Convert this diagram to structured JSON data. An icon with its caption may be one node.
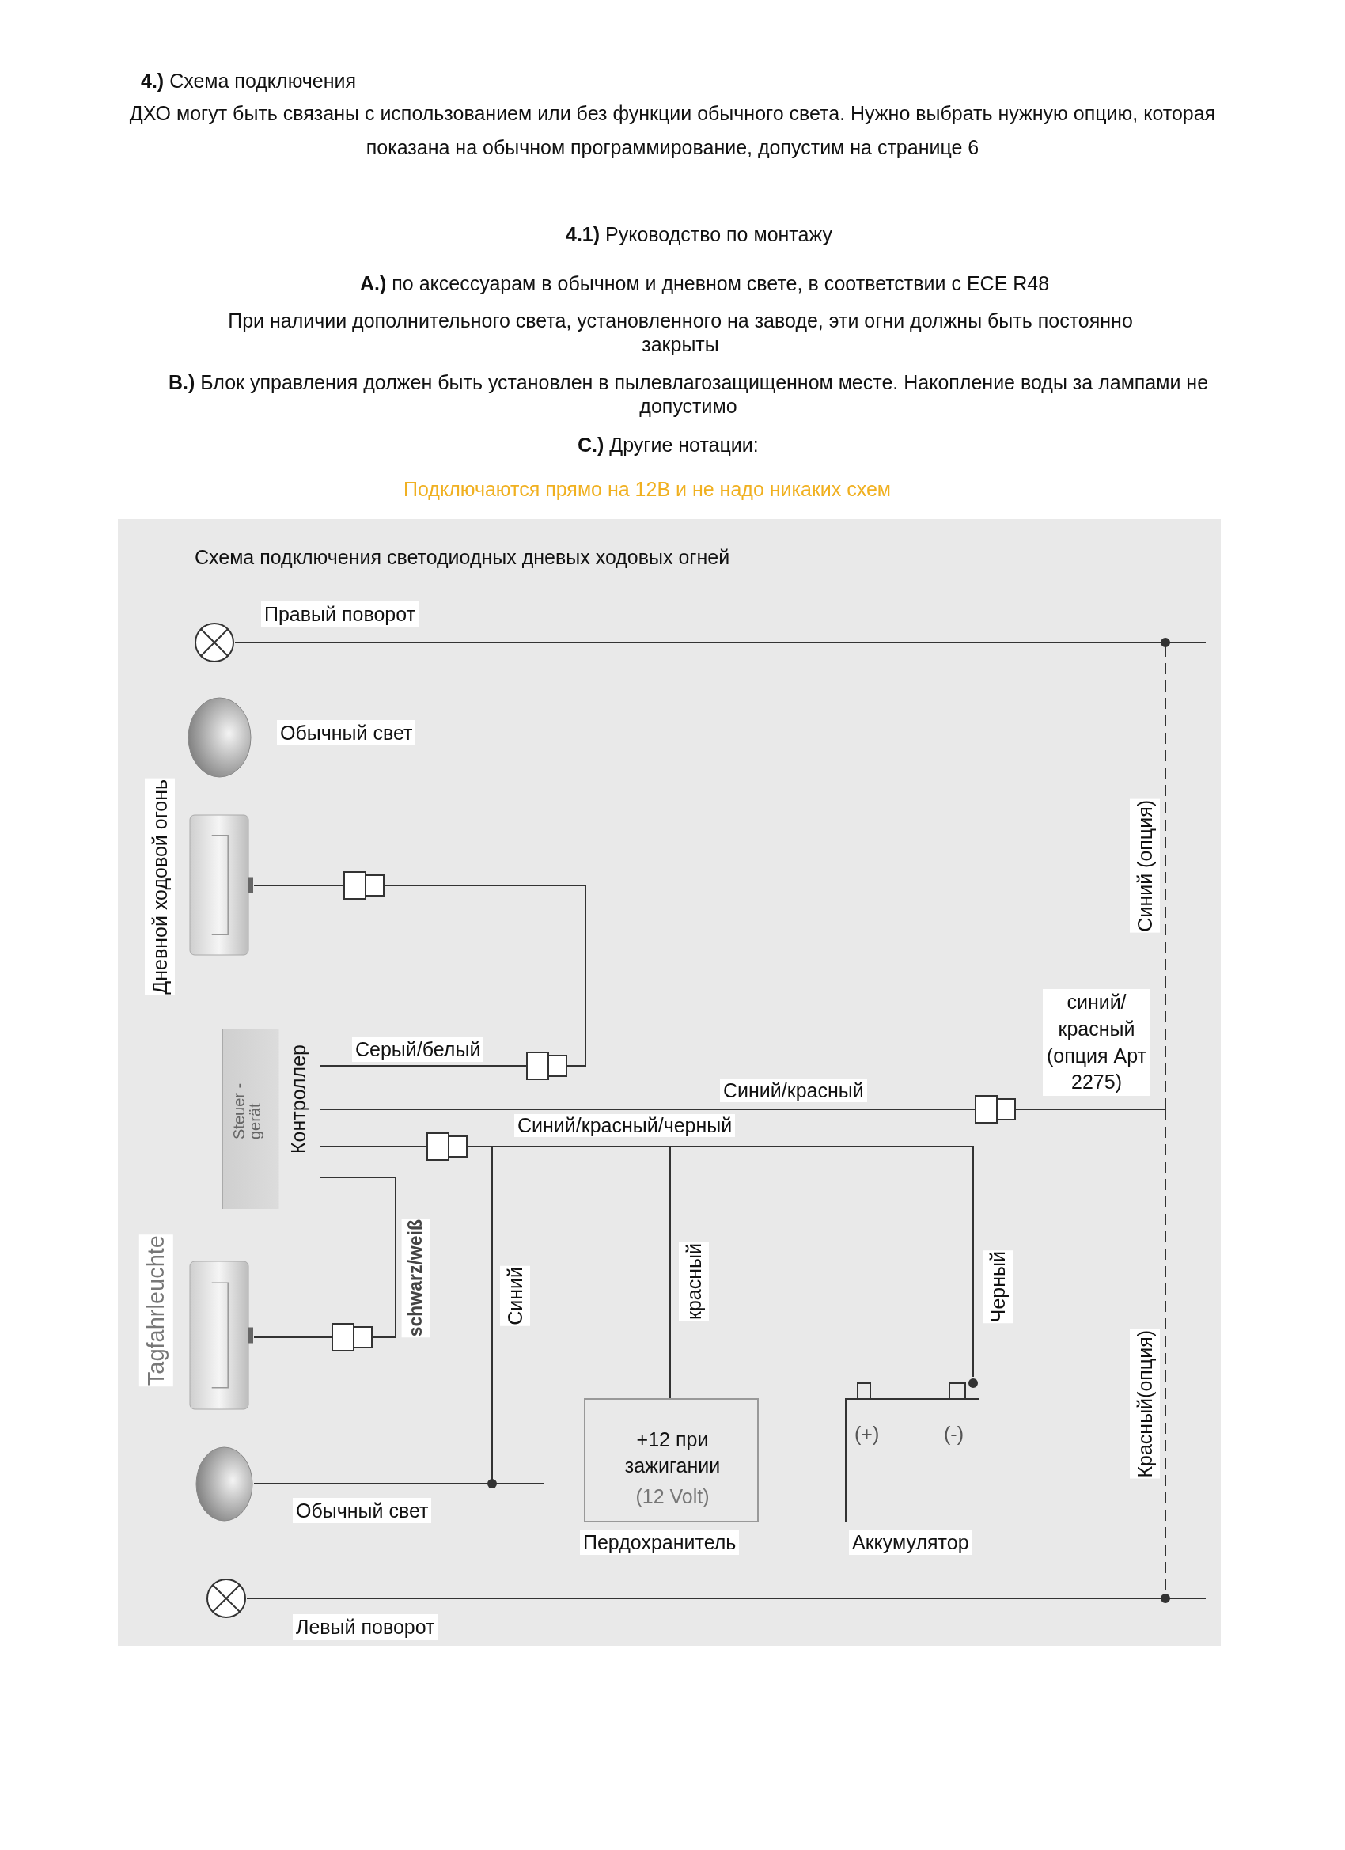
{
  "diagram": {
    "title": "**4.)** Схема подключения",
    "nodes": [
      {
        "text": [],
        "shape": "circle",
        "beside": [
          "Правый поворот"
        ]
      },
      {
        "text": [],
        "shape": "circle",
        "beside": [
          "Обычный свет"
        ]
      },
      {
        "text": [],
        "shape": "cylinder",
        "beside": [
          "Дневной ходовой огонь"
        ]
      },
      {
        "text": [
          "Steuer -gerät",
          "Контроллер"
        ]
      },
      {
        "text": [],
        "shape": "cylinder",
        "beside": [
          "Tagfahrleuchte"
        ]
      },
      {
        "text": [],
        "shape": "circle",
        "beside": [
          "Обычный свет"
        ]
      },
      {
        "text": [
          "+12 при зажигании",
          "(12 Volt)"
        ],
        "beside": [
          "Пердохранитель"
        ]
      },
      {
        "text": [
          "(+)",
          "(-)"
        ],
        "beside": [
          "Аккумулятор"
        ]
      },
      {
        "text": [],
        "shape": "circle",
        "beside": [
          "Левый поворот"
        ]
      }
    ],
    "edges": [
      {
        "from": 2,
        "to": 3,
        "arrow": "none",
        "label": "Серый/белый"
      },
      {
        "from": 3,
        "to": 0,
        "arrow": "none",
        "label": "Синий (опция)",
        "style": "dashed"
      },
      {
        "from": 3,
        "to": 8,
        "arrow": "none",
        "label": "Красный(опция)",
        "style": "dashed"
      },
      {
        "from": 3,
        "to": 5,
        "arrow": "none",
        "label": "Синий"
      },
      {
        "from": 3,
        "to": 6,
        "arrow": "none",
        "label": "красный"
      },
      {
        "from": 3,
        "to": 7,
        "arrow": "none",
        "label": "Черный"
      },
      {
        "from": 3,
        "to": 4,
        "arrow": "none",
        "label": "schwarz/weiß"
      }
    ],
    "labels": [
      "ДХО могут быть связаны с использованием или без функции обычного света. Нужно выбрать нужную опцию, которая показана на обычном программирование, допустим на странице 6",
      "**4.1)** Руководство по монтажу",
      "**A.)** по аксессуарам в обычном и дневном свете, в соответствии с ECE R48",
      "При наличии дополнительного света, установленного на заводе, эти огни должны быть постоянно закрыты",
      "**B.)** Блок управления должен быть установлен в пылевлагозащищенном месте. Накопление воды за лампами не допустимо",
      "**C.)** Другие нотации:",
      "Подключаются прямо на 12В и не надо никаких схем",
      "Схема подключения светодиодных дневых ходовых огней",
      "Синий/красный",
      "синий/ красный (опция Арт 2275)",
      "Синий/красный/черный"
    ]
  }
}
